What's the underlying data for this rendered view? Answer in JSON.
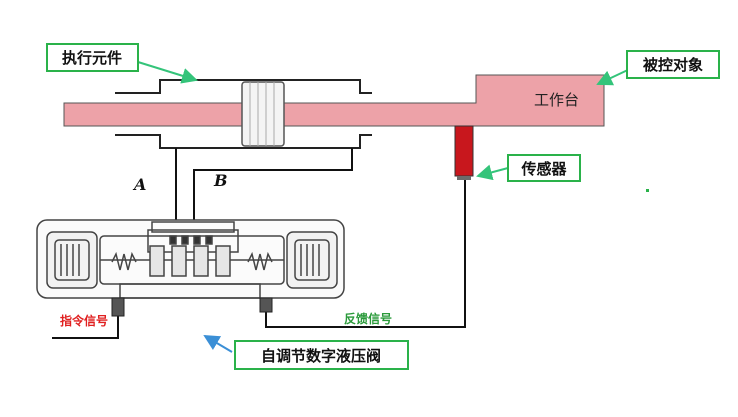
{
  "labels": {
    "actuator": "执行元件",
    "controlled_object": "被控对象",
    "workbench": "工作台",
    "sensor": "传感器",
    "port_a": "A",
    "port_b": "B",
    "command_signal": "指令信号",
    "feedback_signal": "反馈信号",
    "valve": "自调节数字液压阀"
  },
  "colors": {
    "beam": "#eda2a8",
    "sensor": "#c8171d",
    "label_border": "#2ab24a",
    "leader_green": "#34c47a",
    "leader_blue": "#3b8fd6",
    "command_text": "#e02020",
    "feedback_text": "#2a9a3a"
  }
}
